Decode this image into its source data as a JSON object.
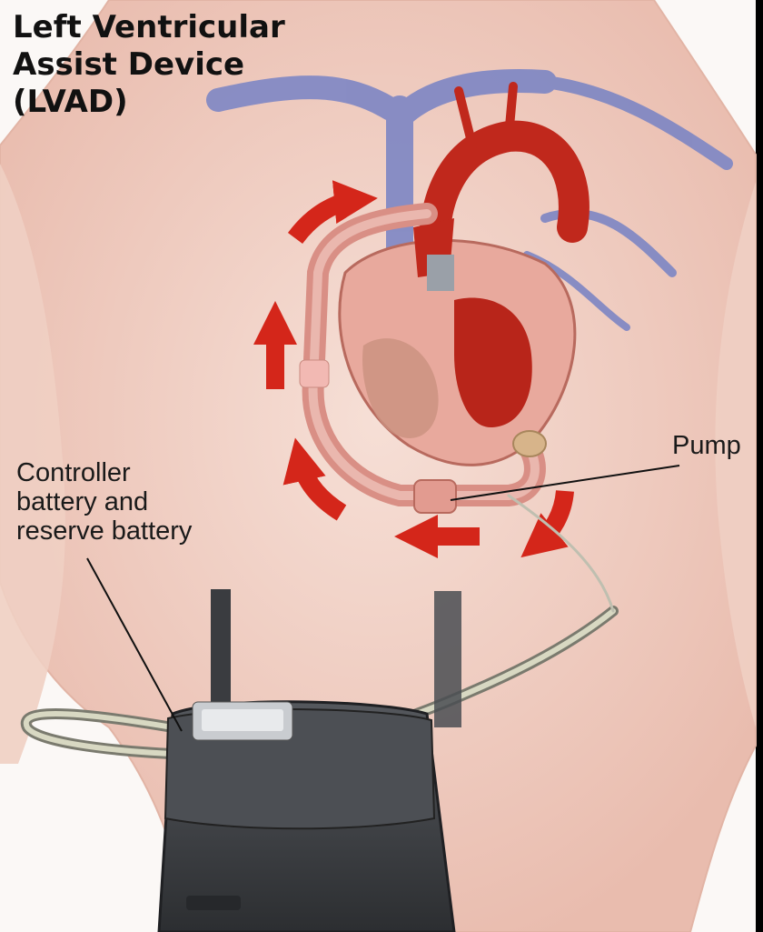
{
  "title": {
    "line1": "Left Ventricular",
    "line2": "Assist Device",
    "line3": "(LVAD)"
  },
  "labels": {
    "pump": "Pump",
    "controller_line1": "Controller",
    "controller_line2": "battery and",
    "controller_line3": "reserve battery"
  },
  "colors": {
    "skin": "#f2d2c6",
    "artery_red": "#c0281c",
    "vein_blue": "#7d86c4",
    "flow_arrow_red": "#d4261a",
    "conduit_pink": "#e6a39a",
    "bag_grey": "#3f4246"
  },
  "icons": [
    "flow-arrow-icon"
  ]
}
